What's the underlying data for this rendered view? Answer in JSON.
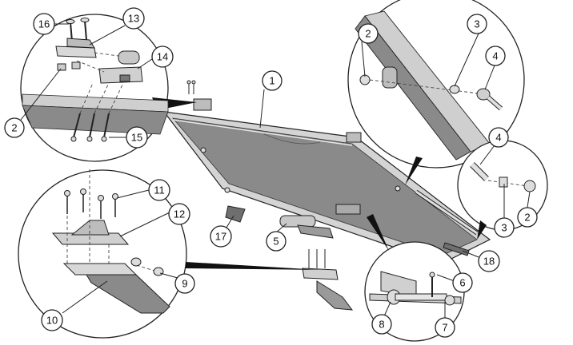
{
  "colors": {
    "panel_fill": "#8a8a8a",
    "frame": "#cfcfcf",
    "outline": "#222222",
    "part_dark": "#6f6f6f",
    "part_light": "#d6d6d6",
    "background": "#ffffff"
  },
  "callouts": {
    "c1": "1",
    "c2a": "2",
    "c2b": "2",
    "c2c": "2",
    "c3a": "3",
    "c3b": "3",
    "c4a": "4",
    "c4b": "4",
    "c5": "5",
    "c6": "6",
    "c7": "7",
    "c8": "8",
    "c9": "9",
    "c10": "10",
    "c11": "11",
    "c12": "12",
    "c13": "13",
    "c14": "14",
    "c15": "15",
    "c16": "16",
    "c17": "17",
    "c18": "18"
  }
}
